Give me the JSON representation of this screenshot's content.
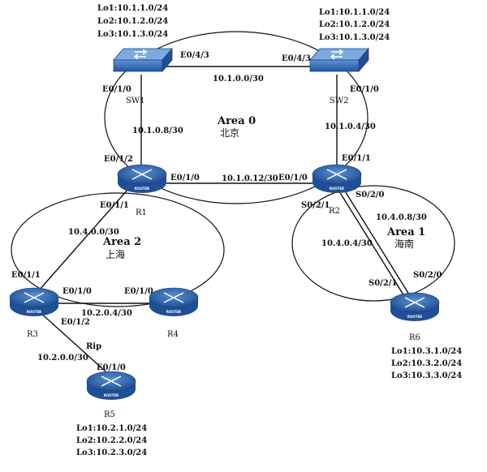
{
  "areas": {
    "area0": {
      "name": "Area 0",
      "city": "北京"
    },
    "area1": {
      "name": "Area 1",
      "city": "海南"
    },
    "area2": {
      "name": "Area 2",
      "city": "上海"
    }
  },
  "devices": {
    "sw1": {
      "name": "SW1",
      "lo": [
        "Lo1:10.1.1.0/24",
        "Lo2:10.1.2.0/24",
        "Lo3:10.1.3.0/24"
      ]
    },
    "sw2": {
      "name": "SW2",
      "lo": [
        "Lo1:10.1.1.0/24",
        "Lo2:10.1.2.0/24",
        "Lo3:10.1.3.0/24"
      ]
    },
    "r1": {
      "name": "R1"
    },
    "r2": {
      "name": "R2"
    },
    "r3": {
      "name": "R3"
    },
    "r4": {
      "name": "R4"
    },
    "r5": {
      "name": "R5",
      "lo": [
        "Lo1:10.2.1.0/24",
        "Lo2:10.2.2.0/24",
        "Lo3:10.2.3.0/24"
      ]
    },
    "r6": {
      "name": "R6",
      "lo": [
        "Lo1:10.3.1.0/24",
        "Lo2:10.3.2.0/24",
        "Lo3:10.3.3.0/24"
      ]
    }
  },
  "router_icon_text": "ROUTER",
  "links": {
    "sw1_sw2": {
      "net": "10.1.0.0/30",
      "a_if": "E0/4/3",
      "b_if": "E0/4/3"
    },
    "sw1_r1": {
      "net": "10.1.0.8/30",
      "a_if": "E0/1/0",
      "b_if": "E0/1/2"
    },
    "sw2_r2": {
      "net": "10.1.0.4/30",
      "a_if": "E0/1/0",
      "b_if": "E0/1/1"
    },
    "r1_r2": {
      "net": "10.1.0.12/30",
      "a_if": "E0/1/0",
      "b_if": "E0/1/0"
    },
    "r1_r3": {
      "net": "10.4.0.0/30",
      "a_if": "E0/1/1",
      "b_if": "E0/1/1"
    },
    "r3_r4": {
      "net": "10.2.0.4/30",
      "a_if": "E0/1/0",
      "b_if": "E0/1/0"
    },
    "r3_r5": {
      "net": "10.2.0.0/30",
      "protocol": "Rip",
      "a_if": "E0/1/2",
      "b_if": "E0/1/0"
    },
    "r2_r6_a": {
      "net": "10.4.0.8/30",
      "a_if": "S0/2/0",
      "b_if": "S0/2/0"
    },
    "r2_r6_b": {
      "net": "10.4.0.4/30",
      "a_if": "S0/2/1",
      "b_if": "S0/2/1"
    }
  }
}
